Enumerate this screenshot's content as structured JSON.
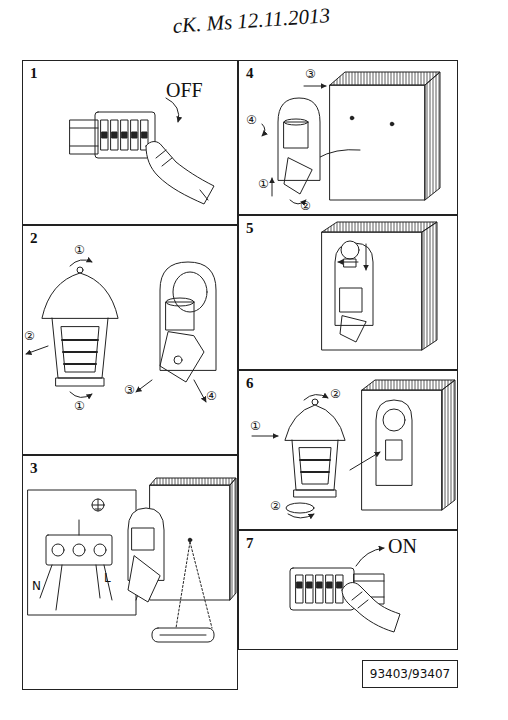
{
  "diagram": {
    "nodes": [
      {
        "text": [
          "1"
        ]
      },
      {
        "text": [
          "2"
        ]
      },
      {
        "text": [
          "3"
        ]
      },
      {
        "text": [
          "4"
        ]
      },
      {
        "text": [
          "5"
        ]
      },
      {
        "text": [
          "6"
        ]
      },
      {
        "text": [
          "7"
        ]
      },
      {
        "text": [
          "93403/93407"
        ]
      }
    ],
    "labels": [
      "cK. Ms 12.11.2013",
      "OFF",
      "①",
      "②",
      "①",
      "③",
      "④",
      "N",
      "L",
      "③",
      "④",
      "①",
      "②",
      "①",
      "②",
      "②",
      "ON"
    ]
  }
}
